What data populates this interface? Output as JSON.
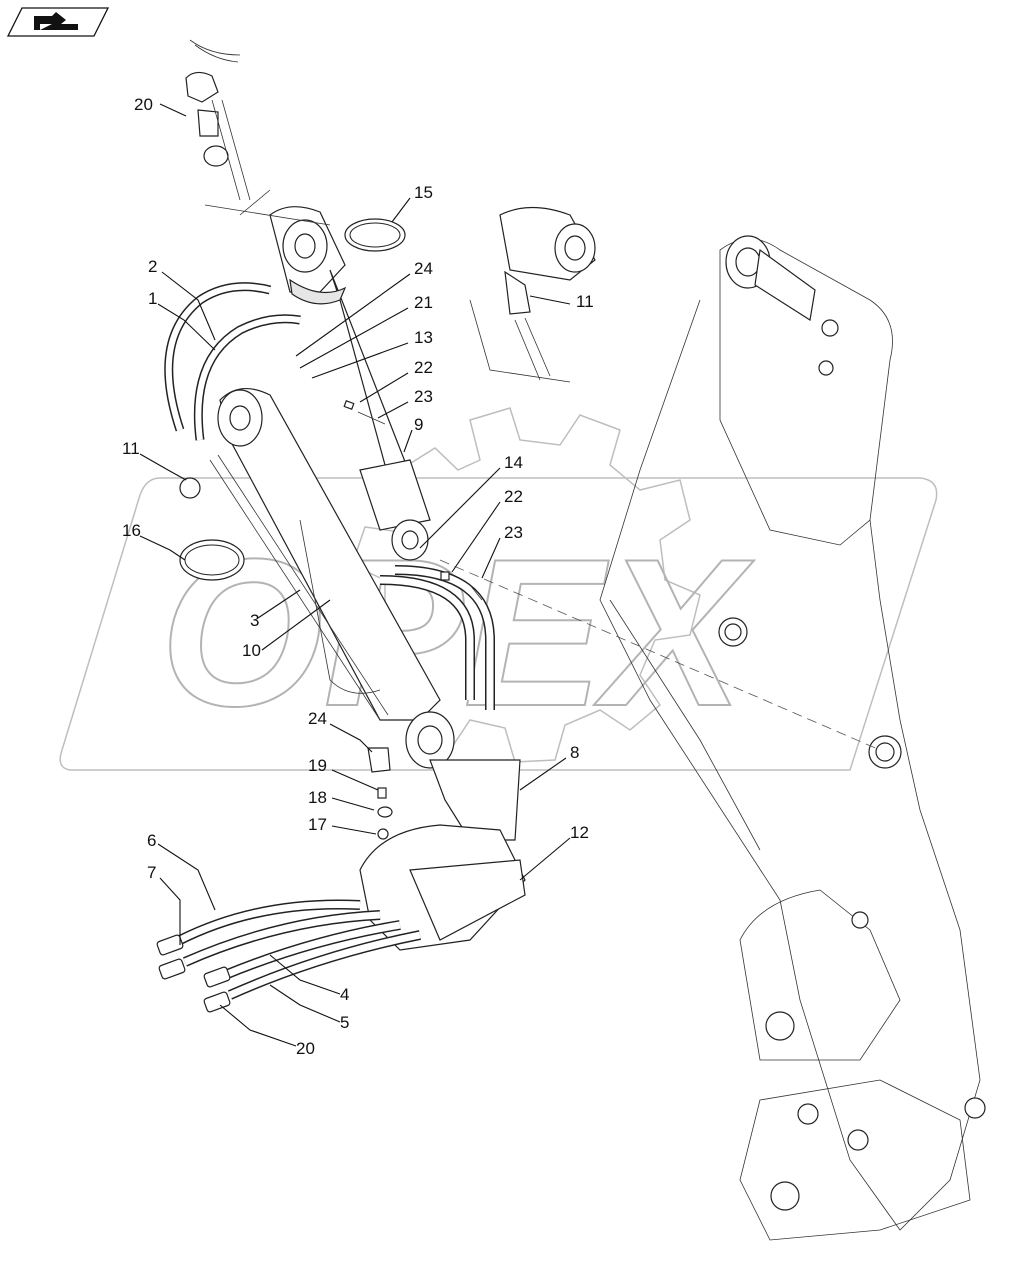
{
  "page_code": "",
  "labels": [
    {
      "id": "c20a",
      "text": "20"
    },
    {
      "id": "c15",
      "text": "15"
    },
    {
      "id": "c2",
      "text": "2"
    },
    {
      "id": "c24a",
      "text": "24"
    },
    {
      "id": "c1",
      "text": "1"
    },
    {
      "id": "c21",
      "text": "21"
    },
    {
      "id": "c11b",
      "text": "11"
    },
    {
      "id": "c13",
      "text": "13"
    },
    {
      "id": "c22a",
      "text": "22"
    },
    {
      "id": "c23a",
      "text": "23"
    },
    {
      "id": "c9",
      "text": "9"
    },
    {
      "id": "c11a",
      "text": "11"
    },
    {
      "id": "c14",
      "text": "14"
    },
    {
      "id": "c22b",
      "text": "22"
    },
    {
      "id": "c16",
      "text": "16"
    },
    {
      "id": "c23b",
      "text": "23"
    },
    {
      "id": "c3",
      "text": "3"
    },
    {
      "id": "c10",
      "text": "10"
    },
    {
      "id": "c24b",
      "text": "24"
    },
    {
      "id": "c8",
      "text": "8"
    },
    {
      "id": "c19",
      "text": "19"
    },
    {
      "id": "c18",
      "text": "18"
    },
    {
      "id": "c17",
      "text": "17"
    },
    {
      "id": "c12",
      "text": "12"
    },
    {
      "id": "c6",
      "text": "6"
    },
    {
      "id": "c7",
      "text": "7"
    },
    {
      "id": "c4",
      "text": "4"
    },
    {
      "id": "c5",
      "text": "5"
    },
    {
      "id": "c20b",
      "text": "20"
    }
  ],
  "watermark": {
    "text": "OPEX",
    "color": "#9a9a9a"
  }
}
